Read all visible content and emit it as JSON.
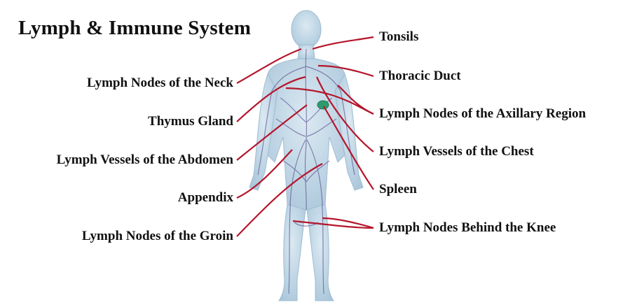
{
  "title": "Lymph & Immune System",
  "colors": {
    "leader_line": "#b5152b",
    "body_fill": "#c6dbe9",
    "body_edge": "#9fbcd2",
    "vessel": "#5a4f8f",
    "spleen": "#2e9b6e"
  },
  "labels_left": [
    "Lymph Nodes of the Neck",
    "Thymus Gland",
    "Lymph Vessels of the Abdomen",
    "Appendix",
    "Lymph Nodes of the Groin"
  ],
  "labels_right": [
    "Tonsils",
    "Thoracic Duct",
    "Lymph Nodes of the Axillary Region",
    "Lymph Vessels of the Chest",
    "Spleen",
    "Lymph Nodes Behind the Knee"
  ]
}
